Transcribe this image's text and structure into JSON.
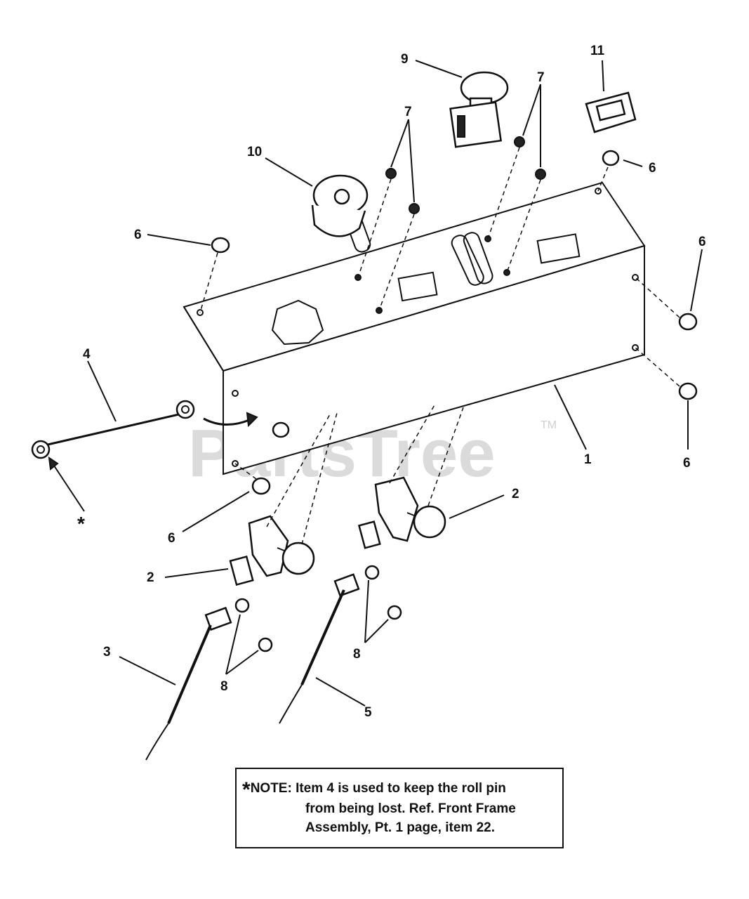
{
  "diagram": {
    "callouts": [
      {
        "id": "c9",
        "text": "9"
      },
      {
        "id": "c11",
        "text": "11"
      },
      {
        "id": "c7a",
        "text": "7"
      },
      {
        "id": "c7b",
        "text": "7"
      },
      {
        "id": "c10",
        "text": "10"
      },
      {
        "id": "c6a",
        "text": "6"
      },
      {
        "id": "c6b",
        "text": "6"
      },
      {
        "id": "c6c",
        "text": "6"
      },
      {
        "id": "c6d",
        "text": "6"
      },
      {
        "id": "c6e",
        "text": "6"
      },
      {
        "id": "c4",
        "text": "4"
      },
      {
        "id": "c1",
        "text": "1"
      },
      {
        "id": "c2a",
        "text": "2"
      },
      {
        "id": "c2b",
        "text": "2"
      },
      {
        "id": "c3",
        "text": "3"
      },
      {
        "id": "c8a",
        "text": "8"
      },
      {
        "id": "c8b",
        "text": "8"
      },
      {
        "id": "c5",
        "text": "5"
      },
      {
        "id": "cstar",
        "text": "*"
      }
    ],
    "watermark": "PartsTree",
    "watermark_tm": "TM"
  },
  "note": {
    "star": "*",
    "line1": "NOTE: Item 4 is used to keep the roll pin",
    "line2": "from being lost. Ref. Front Frame",
    "line3": "Assembly, Pt. 1 page, item 22."
  }
}
